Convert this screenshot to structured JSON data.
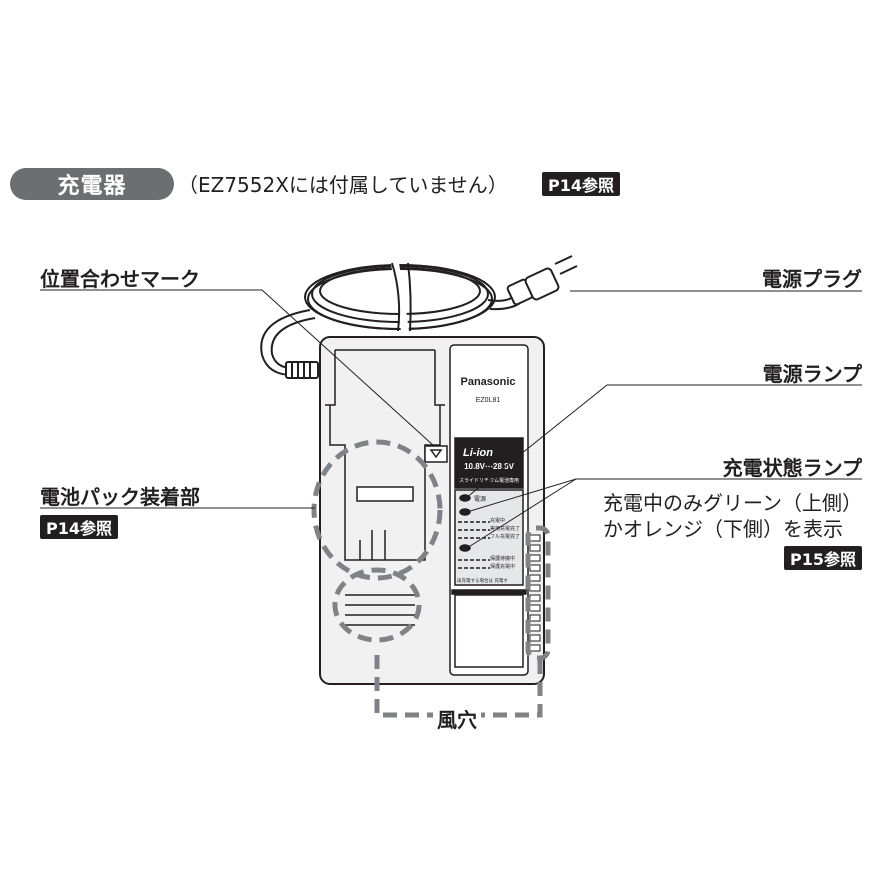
{
  "header": {
    "title": "充電器",
    "note": "（EZ7552Xには付属していません）",
    "ref": "P14参照"
  },
  "callouts": {
    "align_mark": "位置合わせマーク",
    "plug": "電源プラグ",
    "power_lamp": "電源ランプ",
    "charge_lamp": "充電状態ランプ",
    "charge_lamp_desc_1": "充電中のみグリーン（上側）",
    "charge_lamp_desc_2": "かオレンジ（下側）を表示",
    "charge_lamp_ref": "P15参照",
    "battery_mount": "電池パック装着部",
    "battery_mount_ref": "P14参照",
    "vent": "風穴"
  },
  "device": {
    "brand": "Panasonic",
    "model": "EZ0L81",
    "battery_type": "Li-ion",
    "voltage": "10.8V⋯28.8V",
    "slide_note": "スライドリチウム電池専用",
    "lamp_power": "電源",
    "lamp_charging": "充電中",
    "lamp_practical": "実用充電完了",
    "lamp_full": "フル充電完了",
    "lamp_standby": "保護待機中",
    "lamp_protect": "保護充電中",
    "bottom_note": "再充電する場合は 充電す"
  },
  "colors": {
    "line": "#231f20",
    "dashed": "#808285",
    "body_fill": "#f1f1f2",
    "panel_fill": "#d9d9da",
    "pill": "#6d6e71"
  }
}
